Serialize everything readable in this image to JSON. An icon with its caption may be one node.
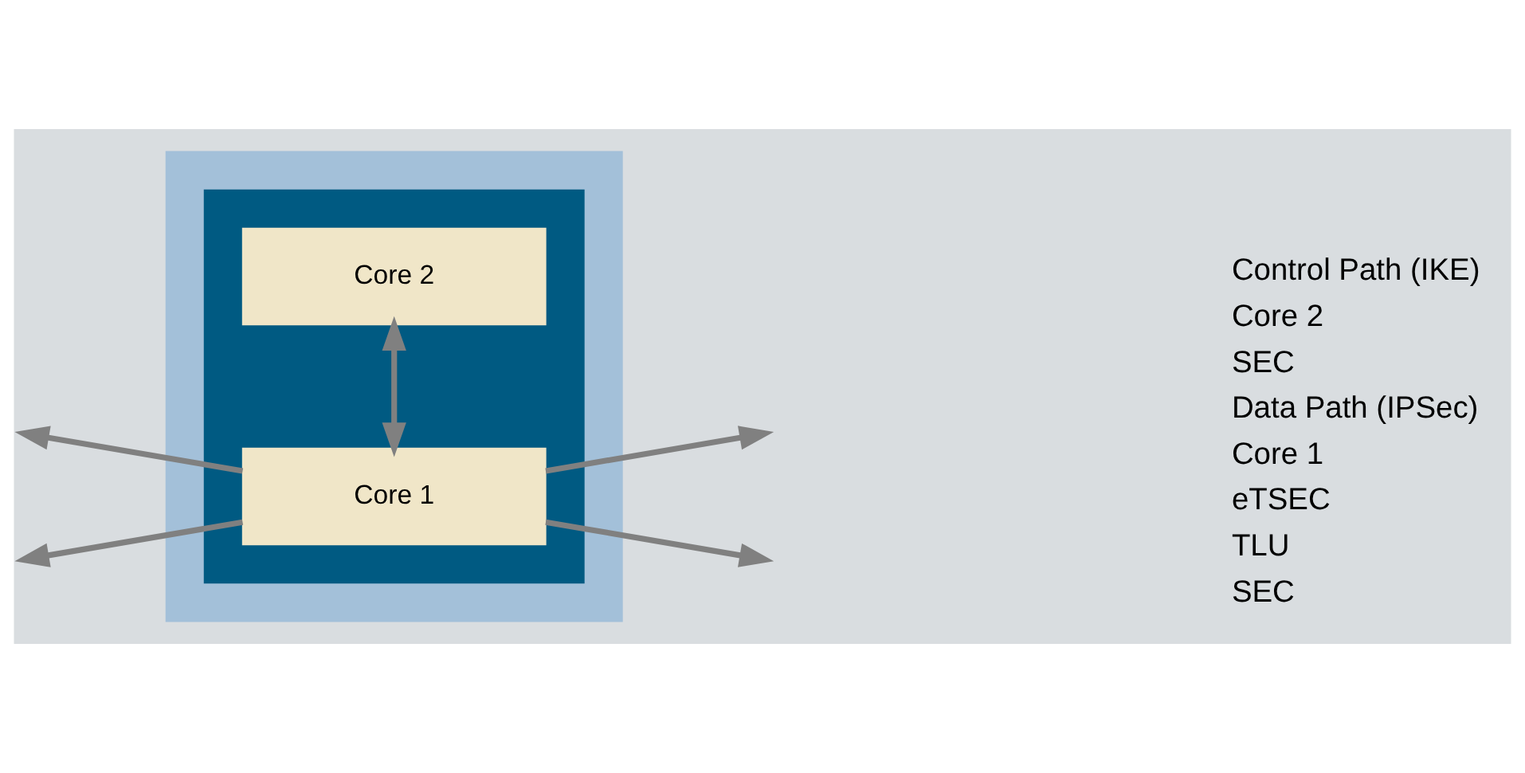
{
  "diagram": {
    "nodes": [
      {
        "text": [],
        "shape": "box"
      },
      {
        "text": [],
        "shape": "box",
        "in": 0
      },
      {
        "text": [
          "Core 2"
        ],
        "in": 1
      },
      {
        "text": [
          "Core 1"
        ],
        "in": 1
      }
    ],
    "edges": [
      {
        "from": 3,
        "to": null,
        "arrow": "to"
      },
      {
        "from": 3,
        "to": null,
        "arrow": "to"
      },
      {
        "from": 3,
        "to": null,
        "arrow": "to"
      },
      {
        "from": 3,
        "to": null,
        "arrow": "to"
      },
      {
        "from": 3,
        "to": 2,
        "arrow": "both"
      }
    ],
    "labels": [
      "Control Path (IKE)",
      "Core 2",
      "SEC",
      "Data Path (IPSec)",
      "Core 1",
      "eTSEC",
      "TLU",
      "SEC"
    ]
  }
}
